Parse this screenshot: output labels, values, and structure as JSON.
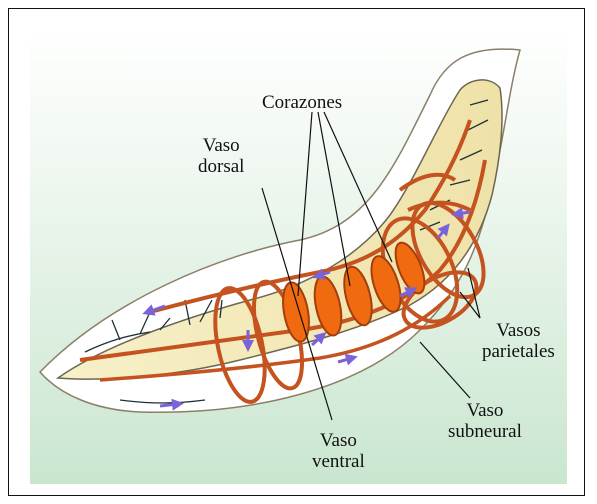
{
  "labels": {
    "corazones": "Corazones",
    "vaso_dorsal": [
      "Vaso",
      "dorsal"
    ],
    "vasos_parietales": [
      "Vasos",
      "parietales"
    ],
    "vaso_subneural": [
      "Vaso",
      "subneural"
    ],
    "vaso_ventral": [
      "Vaso",
      "ventral"
    ]
  },
  "colors": {
    "background_gradient_top": "#ffffff",
    "background_gradient_bottom": "#c9e6cf",
    "worm_body": "#f3e9b8",
    "vessel": "#c4531f",
    "heart": "#f06a10",
    "arrow": "#7a63d9",
    "nerve": "#1f2f38"
  },
  "icons": [
    "flow-arrow-icon"
  ]
}
